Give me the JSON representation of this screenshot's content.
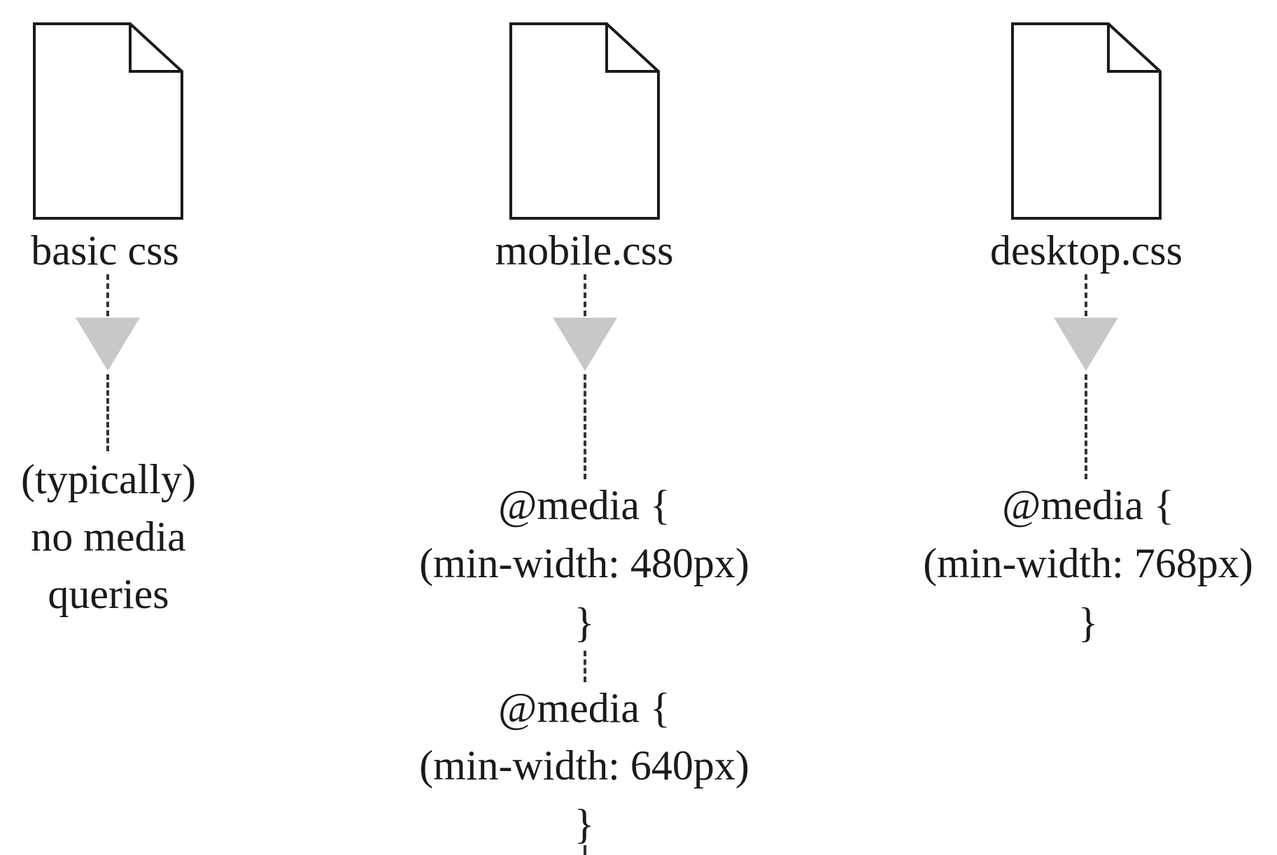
{
  "columns": [
    {
      "file": "basic css",
      "notes": [
        "(typically)",
        "no media",
        "queries"
      ]
    },
    {
      "file": "mobile.css",
      "blocks": [
        {
          "open": "@media {",
          "condition": "(min-width: 480px)",
          "close": "}"
        },
        {
          "open": "@media {",
          "condition": "(min-width: 640px)",
          "close": "}"
        }
      ]
    },
    {
      "file": "desktop.css",
      "blocks": [
        {
          "open": "@media {",
          "condition": "(min-width: 768px)",
          "close": "}"
        }
      ]
    }
  ],
  "colors": {
    "stroke": "#1a1a1a",
    "arrow": "#c8c8c8",
    "dash": "#333333"
  }
}
